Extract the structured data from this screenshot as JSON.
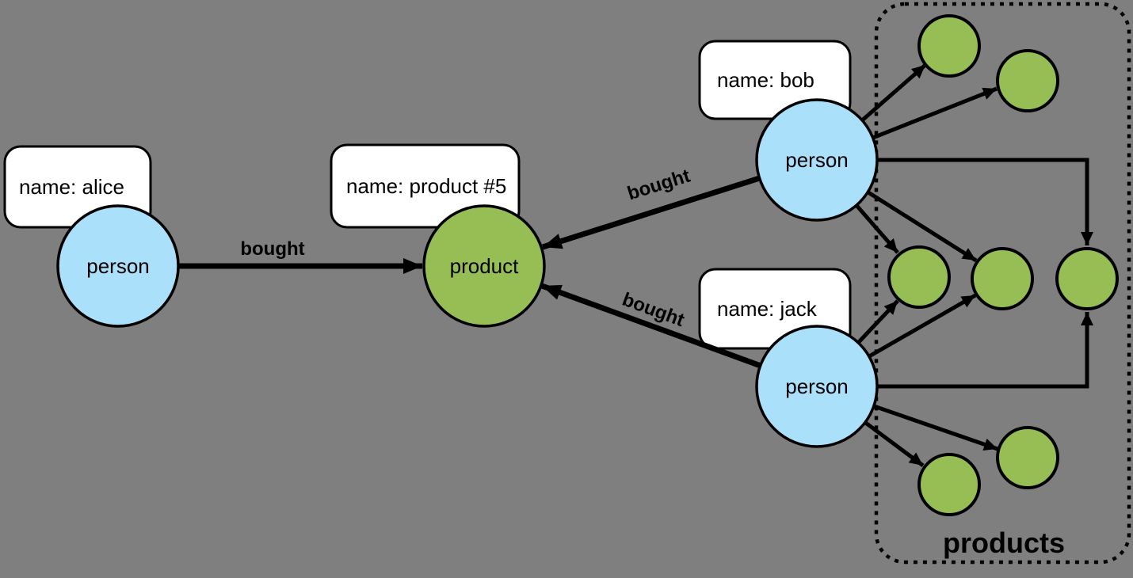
{
  "diagram": {
    "colors": {
      "background": "#7F7F7F",
      "person_fill": "#ABE0FA",
      "product_fill": "#97BD55",
      "label_box_fill": "#FFFFFF",
      "stroke": "#000000"
    },
    "nodes": {
      "alice": {
        "label": "person",
        "property": "name: alice"
      },
      "bob": {
        "label": "person",
        "property": "name: bob"
      },
      "jack": {
        "label": "person",
        "property": "name: jack"
      },
      "product5": {
        "label": "product",
        "property": "name: product #5"
      }
    },
    "edges": {
      "alice_product": {
        "label": "bought"
      },
      "bob_product": {
        "label": "bought"
      },
      "jack_product": {
        "label": "bought"
      }
    },
    "group": {
      "label": "products",
      "product_count": 7
    }
  }
}
